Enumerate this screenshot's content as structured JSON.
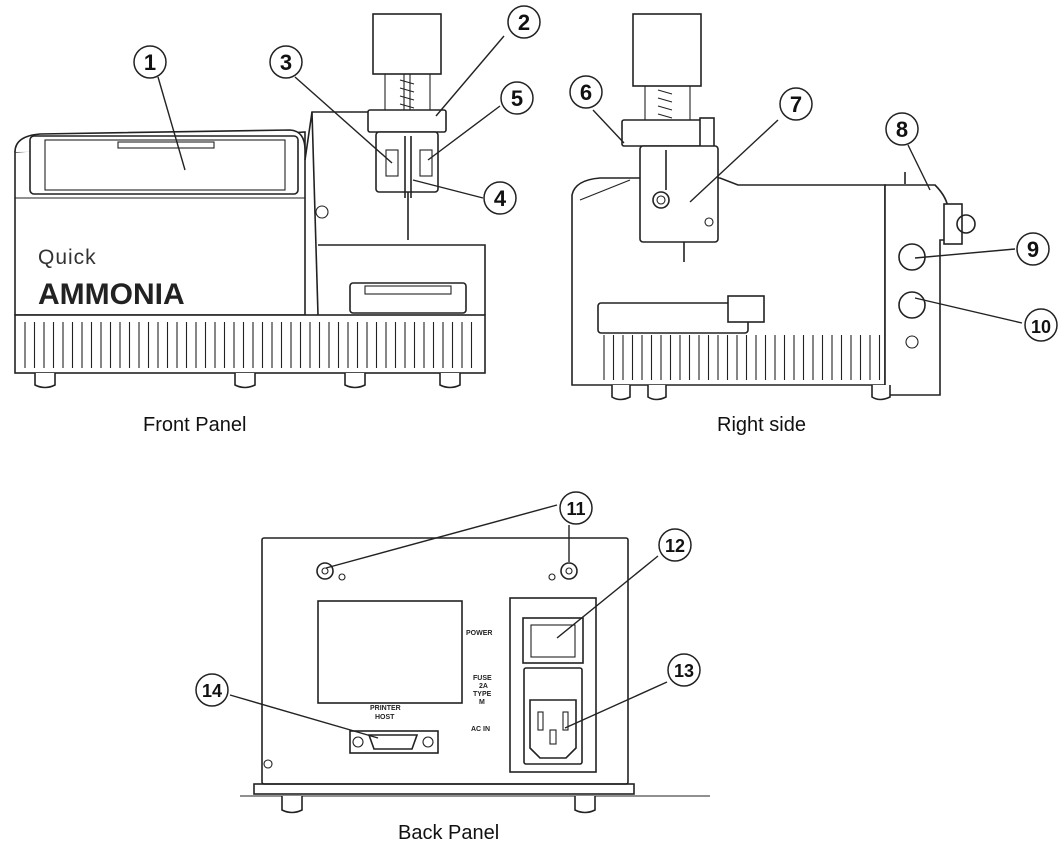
{
  "brand": {
    "line1": "Quick",
    "line2": "AMMONIA"
  },
  "captions": {
    "front": "Front Panel",
    "right": "Right side",
    "back": "Back Panel"
  },
  "back_labels": {
    "power": "POWER",
    "fuse_1": "FUSE",
    "fuse_2": "2A",
    "fuse_3": "TYPE",
    "fuse_4": "M",
    "ac_in": "AC IN",
    "port_1": "PRINTER",
    "port_2": "HOST"
  },
  "callouts": [
    {
      "id": "1",
      "label": "1"
    },
    {
      "id": "2",
      "label": "2"
    },
    {
      "id": "3",
      "label": "3"
    },
    {
      "id": "4",
      "label": "4"
    },
    {
      "id": "5",
      "label": "5"
    },
    {
      "id": "6",
      "label": "6"
    },
    {
      "id": "7",
      "label": "7"
    },
    {
      "id": "8",
      "label": "8"
    },
    {
      "id": "9",
      "label": "9"
    },
    {
      "id": "10",
      "label": "10"
    },
    {
      "id": "11",
      "label": "11"
    },
    {
      "id": "12",
      "label": "12"
    },
    {
      "id": "13",
      "label": "13"
    },
    {
      "id": "14",
      "label": "14"
    }
  ]
}
